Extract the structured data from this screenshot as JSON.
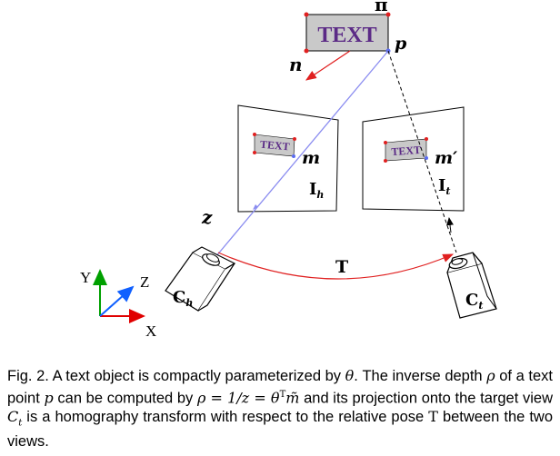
{
  "figure": {
    "text_label": "TEXT",
    "pi_label": "π",
    "p_label": "p",
    "n_label": "n",
    "m_label": "m",
    "m_prime_label": "m′",
    "ih_label": "I",
    "ih_sub": "h",
    "it_label": "I",
    "it_sub": "t",
    "z_label": "z",
    "T_label": "T",
    "ch_label": "C",
    "ch_sub": "h",
    "ct_label": "C",
    "ct_sub": "t",
    "axis_x": "X",
    "axis_y": "Y",
    "axis_z": "Z",
    "colors": {
      "text_purple": "#5b2a86",
      "text_box": "#c9c9c9",
      "ray_blue": "#8a8cf0",
      "arc_red": "#e02020",
      "normal_red": "#e02020",
      "axis_red": "#e00000",
      "axis_green": "#00a000",
      "axis_blue": "#1060ff"
    }
  },
  "caption": {
    "p1": "Fig. 2. A text object is compactly parameterized by ",
    "theta": "θ",
    "p2": ". The inverse depth ",
    "rho": "ρ",
    "p3": " of a text point ",
    "p_sym": "p",
    "p4": " can be computed by ",
    "rho2": "ρ",
    "eq": " = 1/z = θ",
    "eq_T": "T",
    "eq_m": "m̃",
    "p5": " and its projection onto the target view ",
    "ct": "C",
    "ct_sub": "t",
    "p6": " is a homography transform with respect to the relative pose ",
    "pose": "T",
    "p7": " between the two views."
  }
}
